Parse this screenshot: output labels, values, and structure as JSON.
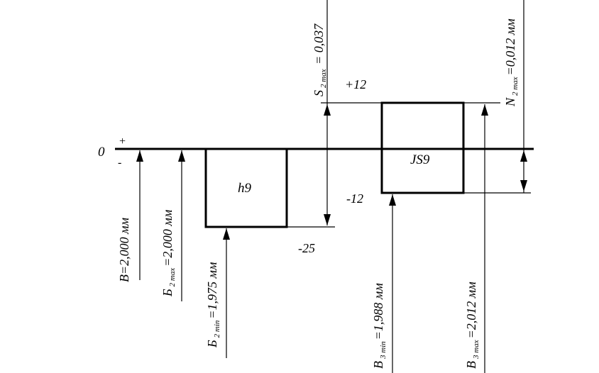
{
  "diagram": {
    "zero_label": "0",
    "plus_sign": "+",
    "minus_sign": "-",
    "shaft_zone": {
      "label": "h9",
      "upper_deviation": "0",
      "lower_deviation": "-25"
    },
    "hole_zone": {
      "label": "JS9",
      "upper_deviation": "+12",
      "lower_deviation": "-12"
    },
    "dims": {
      "nominal": {
        "text": "В=2,000 мм"
      },
      "b2max": {
        "main": "Б",
        "sub": "2 max",
        "rest": "=2,000 мм"
      },
      "b2min": {
        "main": "Б",
        "sub": "2 min",
        "rest": "=1,975 мм"
      },
      "b3min": {
        "main": "В",
        "sub": "3 min",
        "rest": "=1,988 мм"
      },
      "b3max": {
        "main": "В",
        "sub": "3 max",
        "rest": "=2,012 мм"
      },
      "s2max": {
        "main": "S",
        "sub": "2 max",
        "rest": " = 0,037"
      },
      "n2max": {
        "main": "N",
        "sub": "2 max",
        "rest": "=0,012 мм"
      }
    }
  }
}
